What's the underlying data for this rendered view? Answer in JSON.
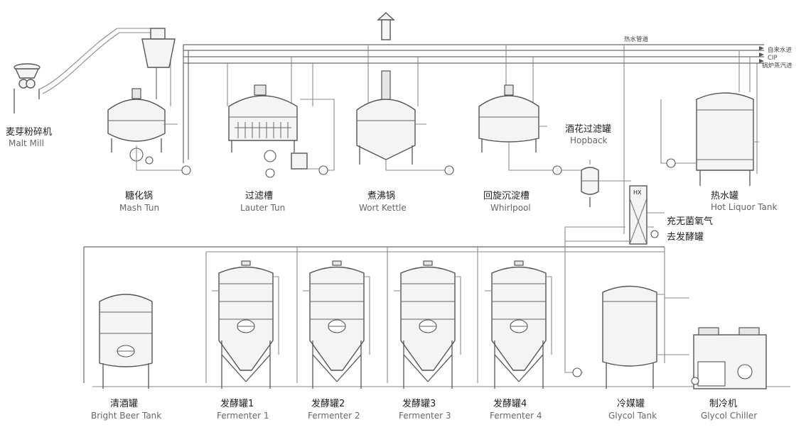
{
  "pipes": {
    "hot_water": "热水管道",
    "tap_water": "自来水进",
    "cip": "CIP",
    "steam": "锅炉蒸汽进"
  },
  "equipment": {
    "malt_mill": {
      "cn": "麦芽粉碎机",
      "en": "Malt Mill"
    },
    "mash_tun": {
      "cn": "糖化锅",
      "en": "Mash Tun"
    },
    "lauter_tun": {
      "cn": "过滤槽",
      "en": "Lauter Tun"
    },
    "wort_kettle": {
      "cn": "煮沸锅",
      "en": "Wort Kettle"
    },
    "whirlpool": {
      "cn": "回旋沉淀槽",
      "en": "Whirlpool"
    },
    "hopback": {
      "cn": "酒花过滤罐",
      "en": "Hopback"
    },
    "hot_liquor_tank": {
      "cn": "热水罐",
      "en": "Hot Liquor Tank"
    },
    "bright_beer_tank": {
      "cn": "清酒罐",
      "en": "Bright Beer Tank"
    },
    "fermenter_1": {
      "cn": "发酵罐1",
      "en": "Fermenter 1"
    },
    "fermenter_2": {
      "cn": "发酵罐2",
      "en": "Fermenter 2"
    },
    "fermenter_3": {
      "cn": "发酵罐3",
      "en": "Fermenter 3"
    },
    "fermenter_4": {
      "cn": "发酵罐4",
      "en": "Fermenter 4"
    },
    "glycol_tank": {
      "cn": "冷媒罐",
      "en": "Glycol Tank"
    },
    "glycol_chiller": {
      "cn": "制冷机",
      "en": "Glycol Chiller"
    }
  },
  "heat_exchanger": "HX",
  "annotations": {
    "oxygen": "充无菌氧气",
    "to_fermenter": "去发酵罐"
  }
}
